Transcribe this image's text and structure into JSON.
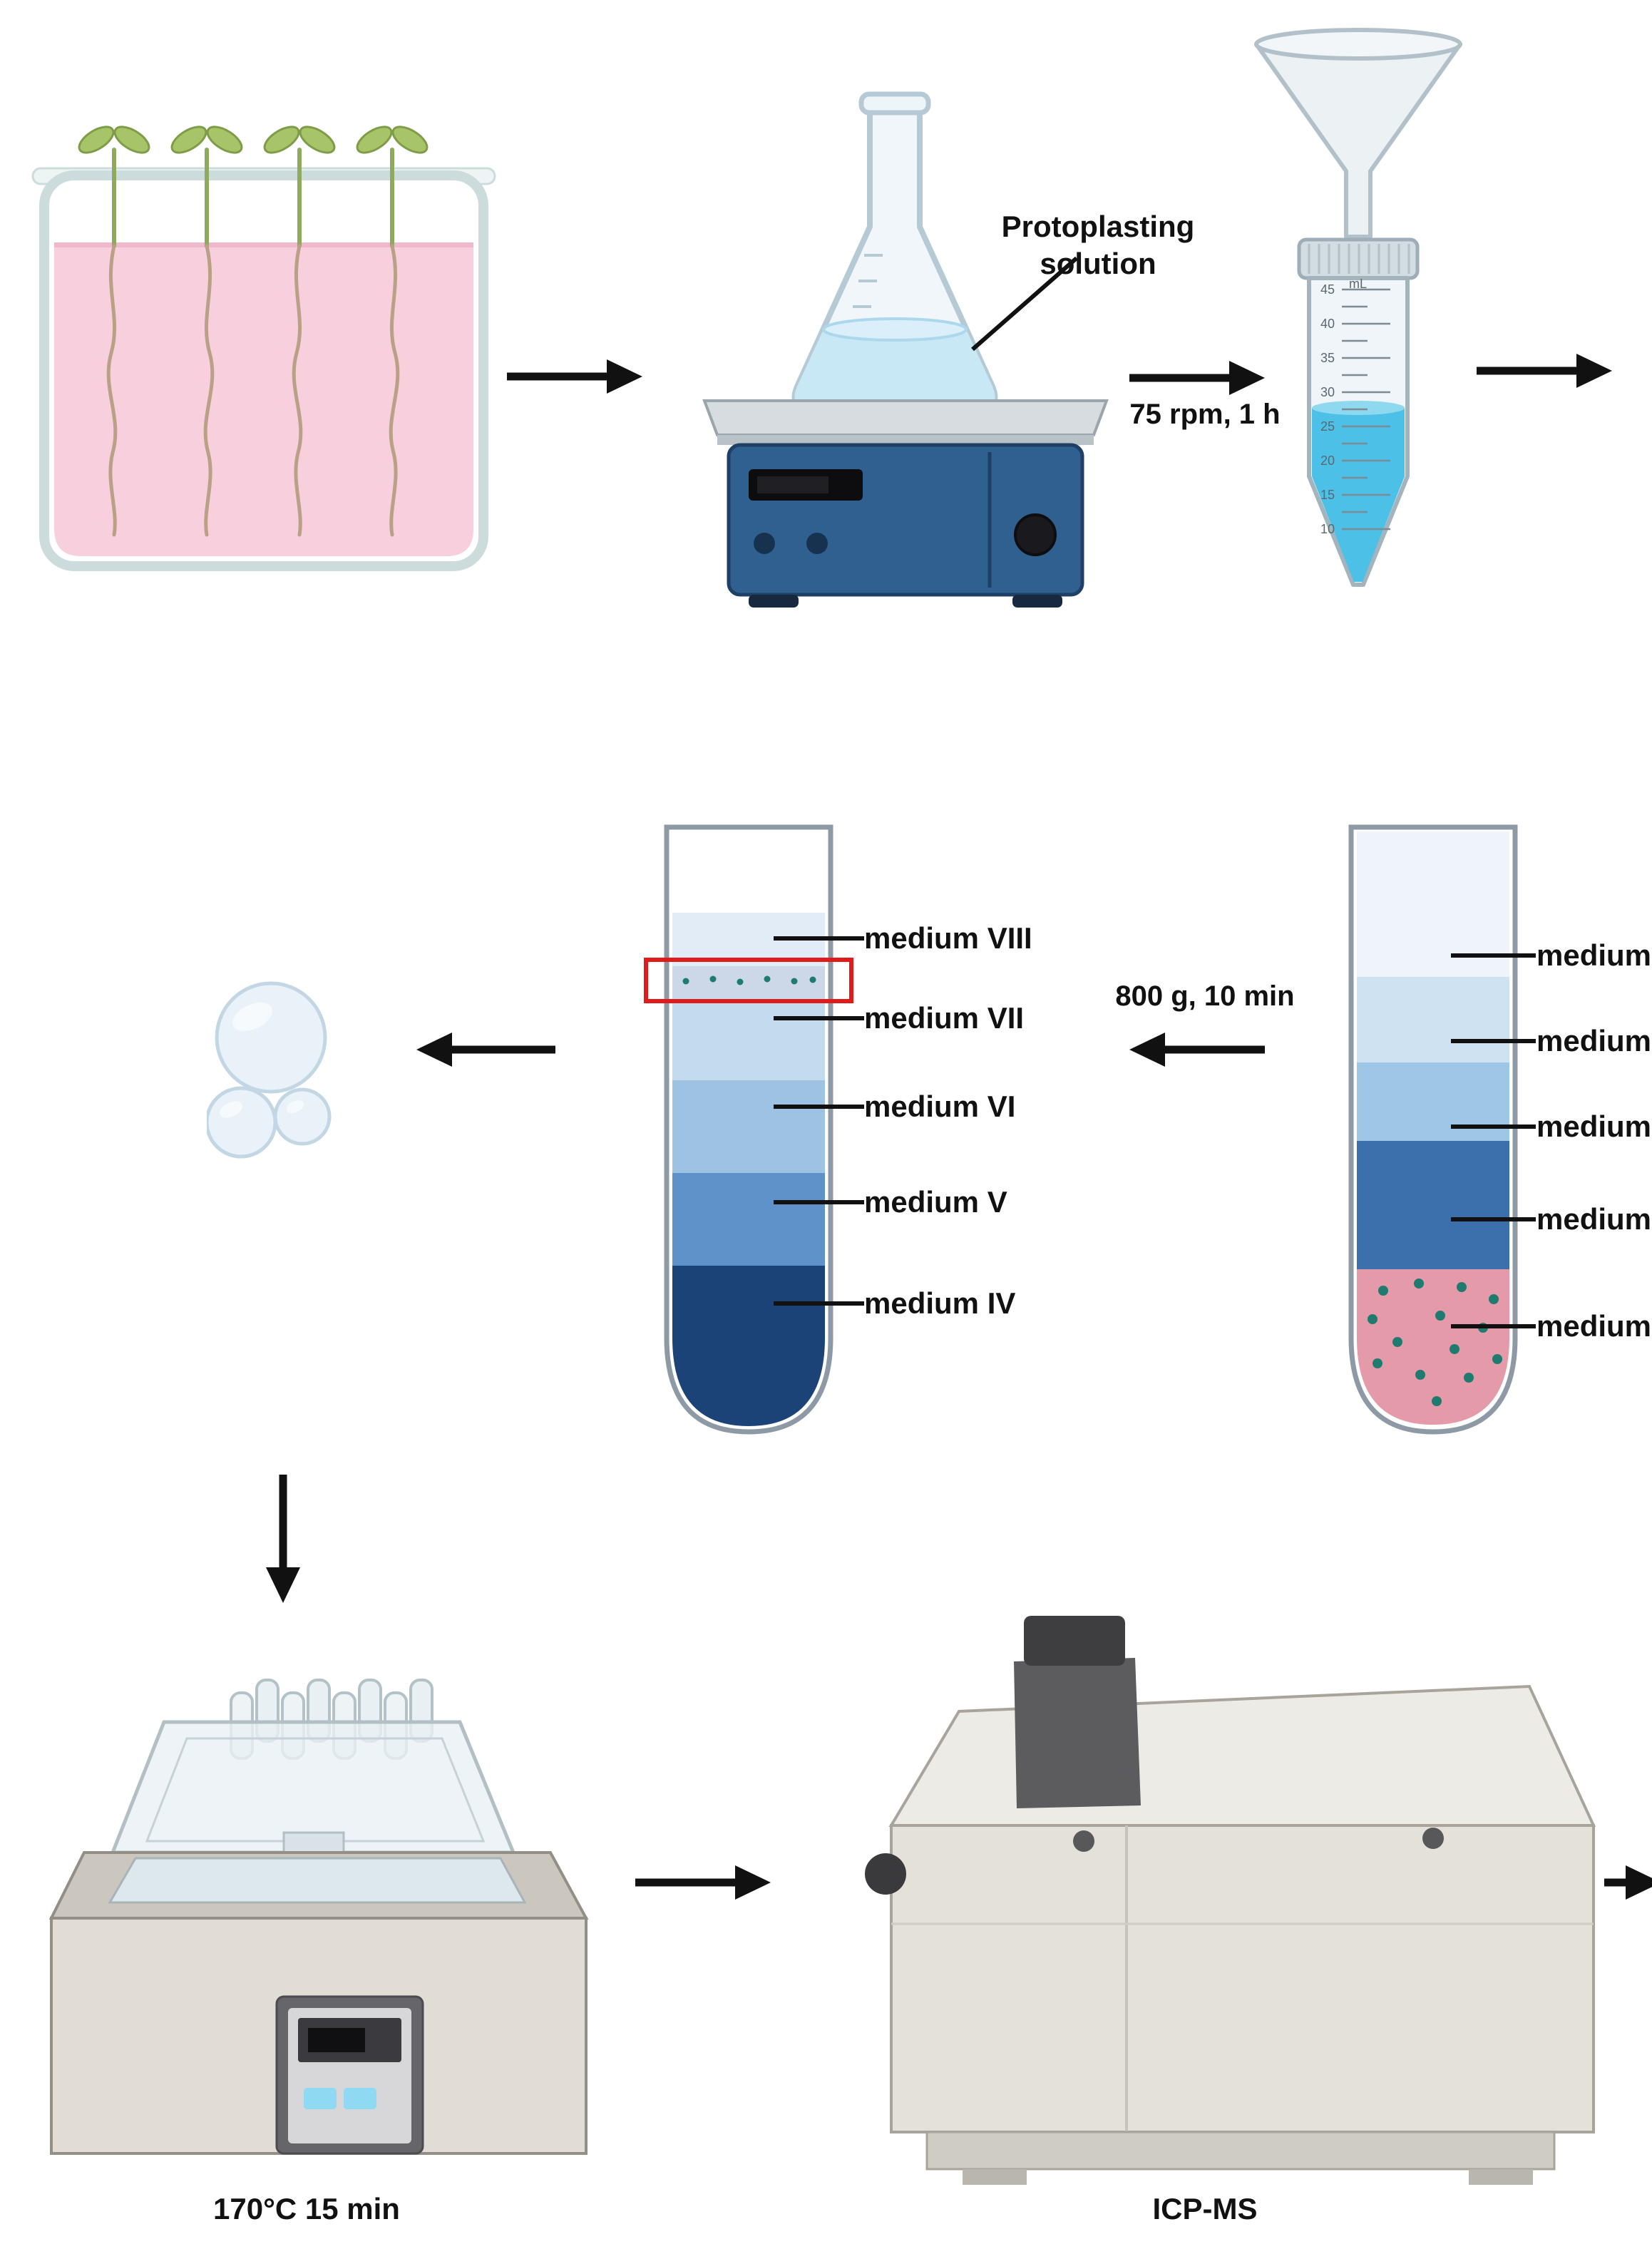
{
  "colors": {
    "text": "#111111",
    "arrow": "#111111",
    "pink_medium": "#f8cfdc",
    "leaf_green": "#a8c468",
    "root_brown": "#b8a187",
    "flask_liquid": "#c8e8f5",
    "stirrer_blue": "#30608f",
    "tube_liquid": "#4cc0e6",
    "red_highlight": "#e01b1b",
    "band_viii": "#e2ecf6",
    "band_vii": "#c4daee",
    "band_vi": "#9dc2e4",
    "band_v": "#5e92c9",
    "band_iv": "#1c4377",
    "pellet_pink": "#e49aa8",
    "dot_teal": "#1f7a70",
    "pre_band_top": "#eef4fa",
    "pre_band_2": "#cfe2f2",
    "pre_band_3": "#9ec6e6",
    "pre_band_4": "#3c70ad",
    "machine_beige": "#e4e1d9",
    "bath_beige": "#e1ddd5",
    "bath_button": "#8fd9f2"
  },
  "steps": {
    "flask_label_line1": "Protoplasting",
    "flask_label_line2": "solution",
    "shake_label": "75 rpm, 1 h",
    "centrifuge_label": "800 g, 10 min",
    "bath_label": "170°C 15 min",
    "icpms_label": "ICP-MS"
  },
  "conical_tube": {
    "unit": "mL",
    "graduations": [
      "45",
      "40",
      "35",
      "30",
      "25",
      "20",
      "15",
      "10"
    ]
  },
  "gradient_tube": {
    "labels": [
      "medium VIII",
      "medium VII",
      "medium VI",
      "medium V",
      "medium IV"
    ]
  },
  "pellet_tube": {
    "labels": [
      "medium VIII",
      "medium VII",
      "medium VI",
      "medium V",
      "medium IV"
    ]
  }
}
